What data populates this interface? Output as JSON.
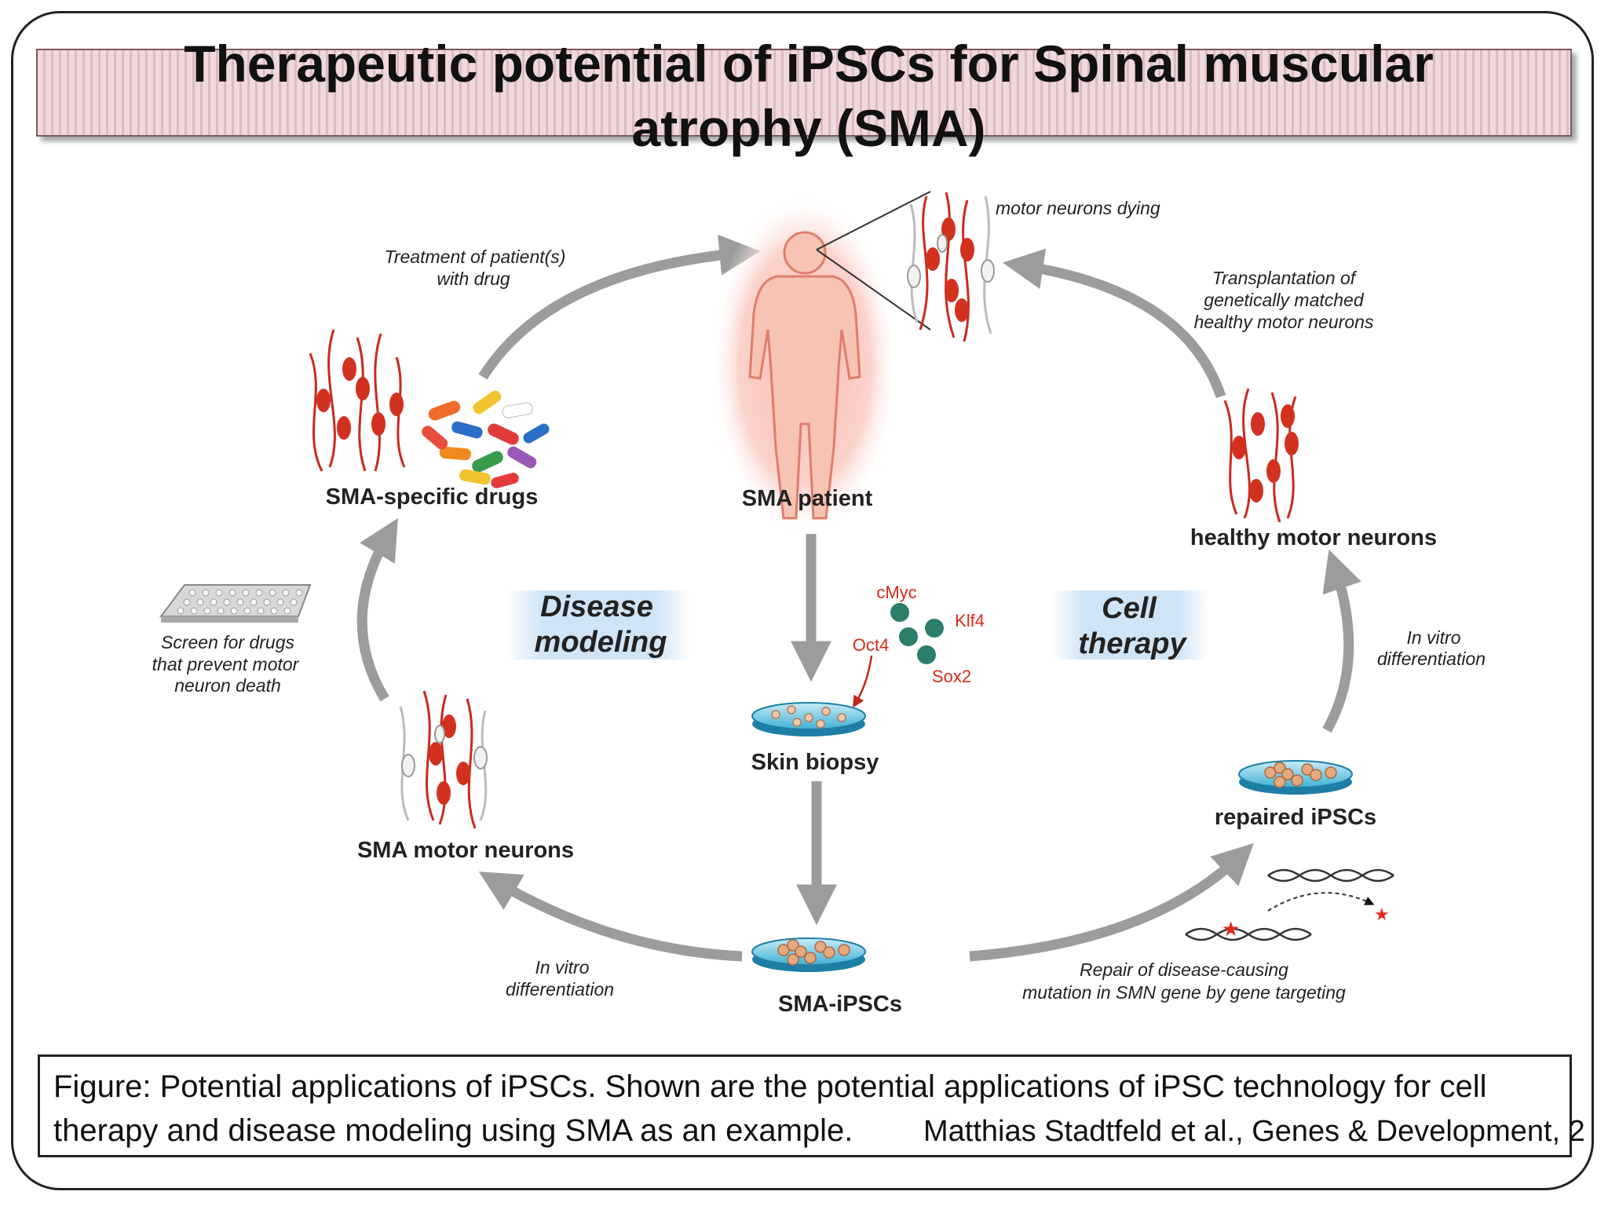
{
  "title": "Therapeutic potential of iPSCs for Spinal muscular atrophy (SMA)",
  "diagram": {
    "center": {
      "patient": "SMA patient",
      "biopsy": "Skin biopsy",
      "ipsc": "SMA-iPSCs",
      "dying_note": "motor neurons dying"
    },
    "factors": [
      "cMyc",
      "Klf4",
      "Oct4",
      "Sox2"
    ],
    "left": {
      "category_line1": "Disease",
      "category_line2": "modeling",
      "drugs": "SMA-specific drugs",
      "motor_neurons": "SMA motor neurons",
      "treatment_line1": "Treatment of patient(s)",
      "treatment_line2": "with drug",
      "screen_line1": "Screen for drugs",
      "screen_line2": "that prevent motor",
      "screen_line3": "neuron death",
      "diff_line1": "In vitro",
      "diff_line2": "differentiation"
    },
    "right": {
      "category_line1": "Cell",
      "category_line2": "therapy",
      "healthy": "healthy motor neurons",
      "repaired": "repaired iPSCs",
      "transplant_line1": "Transplantation of",
      "transplant_line2": "genetically matched",
      "transplant_line3": "healthy motor neurons",
      "diff_line1": "In vitro",
      "diff_line2": "differentiation",
      "repair_line1": "Repair of disease-causing",
      "repair_line2": "mutation in SMN gene by gene targeting"
    }
  },
  "caption": "Figure: Potential applications of iPSCs. Shown are the potential applications of iPSC technology for cell therapy and disease modeling using SMA as an example.",
  "citation": "Matthias Stadtfeld et al., Genes & Development, 2"
}
